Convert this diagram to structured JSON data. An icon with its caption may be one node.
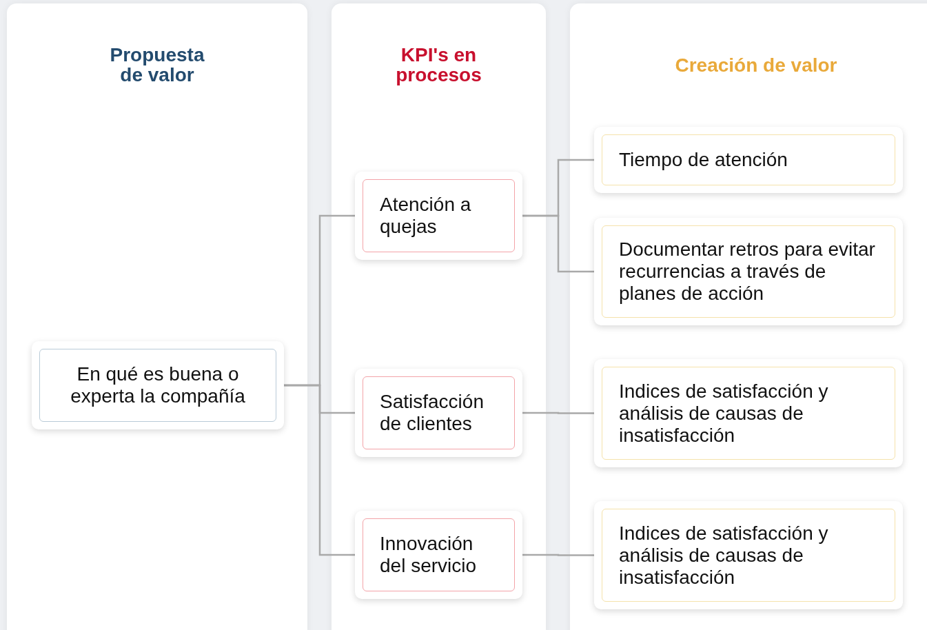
{
  "diagram": {
    "nodes": [
      {
        "text": [
          "Propuesta de valor"
        ]
      },
      {
        "text": [
          "En qué es buena o experta la compañía"
        ],
        "in": 0
      },
      {
        "text": [
          "KPI's en procesos"
        ]
      },
      {
        "text": [
          "Atención a quejas"
        ],
        "in": 2
      },
      {
        "text": [
          "Satisfacción de clientes"
        ],
        "in": 2
      },
      {
        "text": [
          "Innovación del servicio"
        ],
        "in": 2
      },
      {
        "text": [
          "Creación de valor"
        ]
      },
      {
        "text": [
          "Tiempo de atención"
        ],
        "in": 6
      },
      {
        "text": [
          "Documentar retros para evitar recurrencias a través de planes de acción"
        ],
        "in": 6
      },
      {
        "text": [
          "Indices de satisfacción y análisis de causas de insatisfacción"
        ],
        "in": 6
      },
      {
        "text": [
          "Indices de satisfacción y análisis de causas de insatisfacción"
        ],
        "in": 6
      }
    ],
    "edges": [
      {
        "from": 1,
        "to": 3,
        "arrow": "none"
      },
      {
        "from": 1,
        "to": 4,
        "arrow": "none"
      },
      {
        "from": 1,
        "to": 5,
        "arrow": "none"
      },
      {
        "from": 3,
        "to": 7,
        "arrow": "none"
      },
      {
        "from": 3,
        "to": 8,
        "arrow": "none"
      },
      {
        "from": 4,
        "to": 9,
        "arrow": "none"
      },
      {
        "from": 5,
        "to": 10,
        "arrow": "none"
      }
    ]
  }
}
